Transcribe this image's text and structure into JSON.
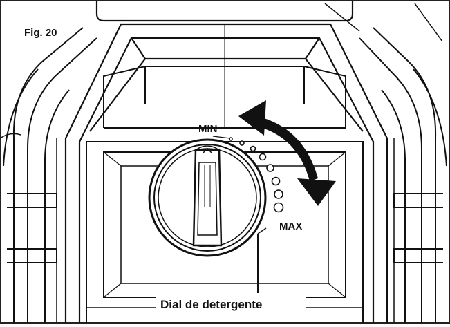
{
  "figure_label": "Fig. 20",
  "labels": {
    "min": "MIN",
    "max": "MAX",
    "callout": "Dial de detergente"
  },
  "colors": {
    "line": "#111111",
    "background": "#ffffff"
  },
  "icons": {
    "rotation_arrow": "double-headed-curved-arrow-icon"
  }
}
